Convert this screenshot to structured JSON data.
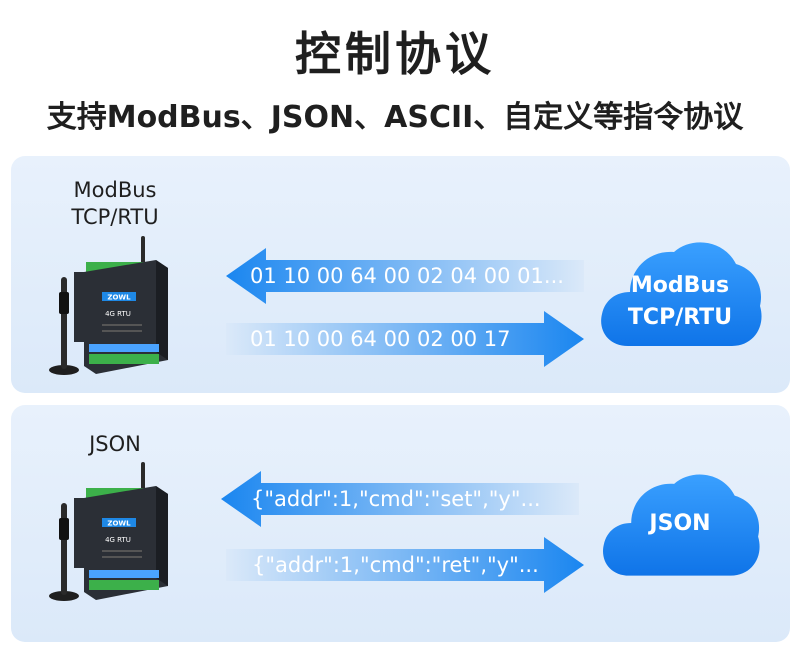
{
  "title": "控制协议",
  "subtitle": "支持ModBus、JSON、ASCII、自定义等指令协议",
  "panels": [
    {
      "device_label_line1": "ModBus",
      "device_label_line2": "TCP/RTU",
      "device_brand": "ZOWL",
      "device_model": "4G RTU",
      "arrow_left_text": "01 10 00 64 00 02 04 00 01...",
      "arrow_right_text": "01 10 00 64 00 02 00 17",
      "cloud_line1": "ModBus",
      "cloud_line2": "TCP/RTU"
    },
    {
      "device_label_line1": "JSON",
      "device_brand": "ZOWL",
      "device_model": "4G RTU",
      "arrow_left_text": "{\"addr\":1,\"cmd\":\"set\",\"y\"...",
      "arrow_right_text": "{\"addr\":1,\"cmd\":\"ret\",\"y\"...",
      "cloud_line1": "JSON"
    }
  ],
  "colors": {
    "arrow_fade": "#dbe9f9",
    "arrow_strong": "#1a86f0",
    "cloud_top": "#3aa0ff",
    "cloud_bottom": "#0f74e8",
    "device_body": "#2b2f36",
    "device_green": "#3cb04a",
    "device_brand_blue": "#1e88e5"
  }
}
